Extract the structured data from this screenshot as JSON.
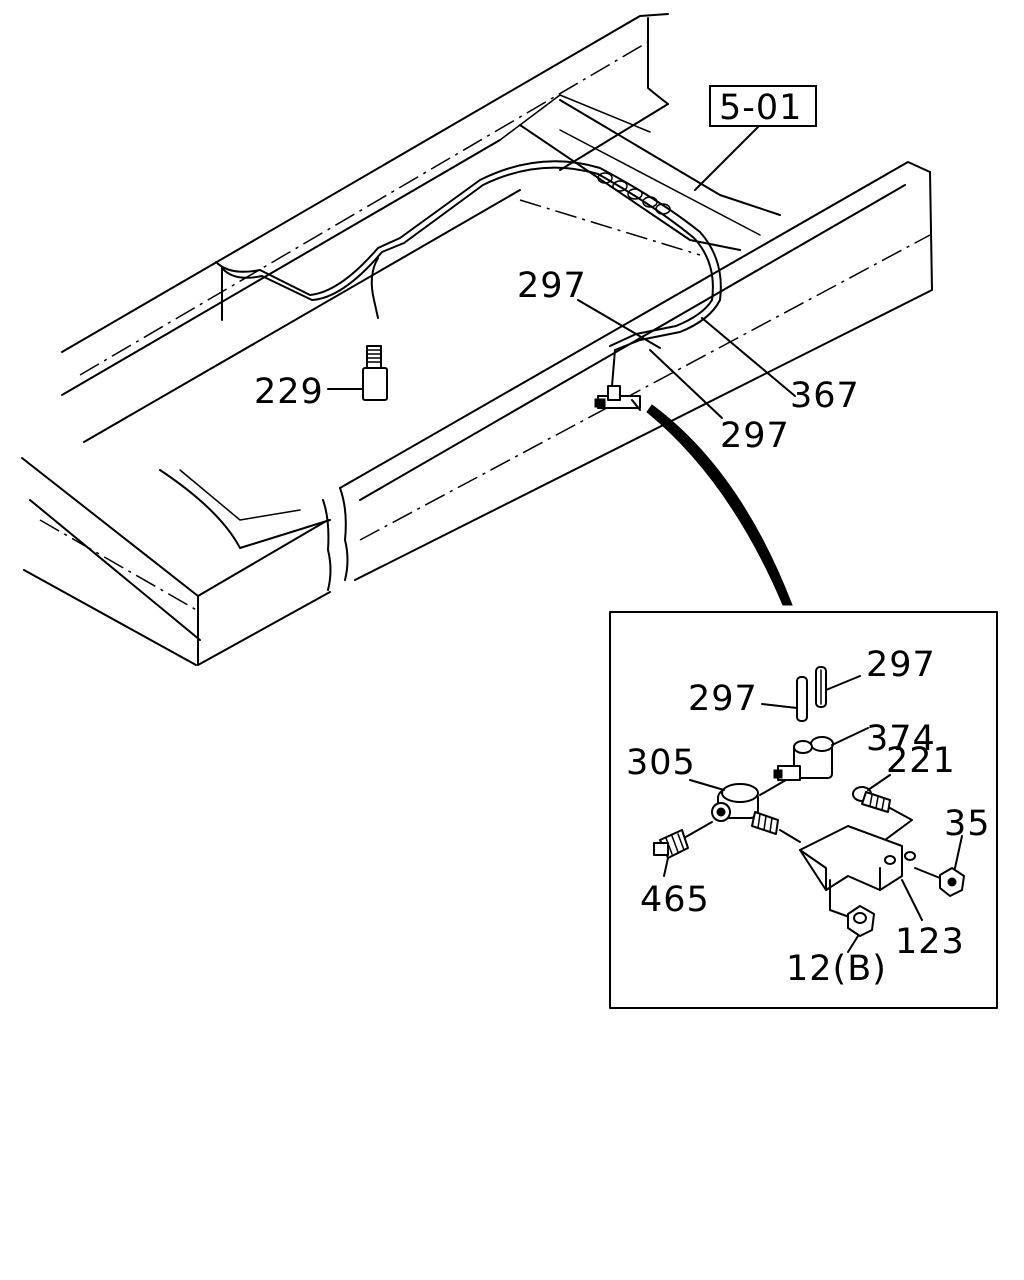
{
  "callouts": {
    "ref": "5-01",
    "c229": "229",
    "c297_top": "297",
    "c367": "367",
    "c297_low": "297",
    "d297_a": "297",
    "d297_b": "297",
    "d374": "374",
    "d305": "305",
    "d221": "221",
    "d35": "35",
    "d465": "465",
    "d123": "123",
    "d12b": "12(B)"
  },
  "colors": {
    "ink": "#000000",
    "paper": "#ffffff"
  }
}
